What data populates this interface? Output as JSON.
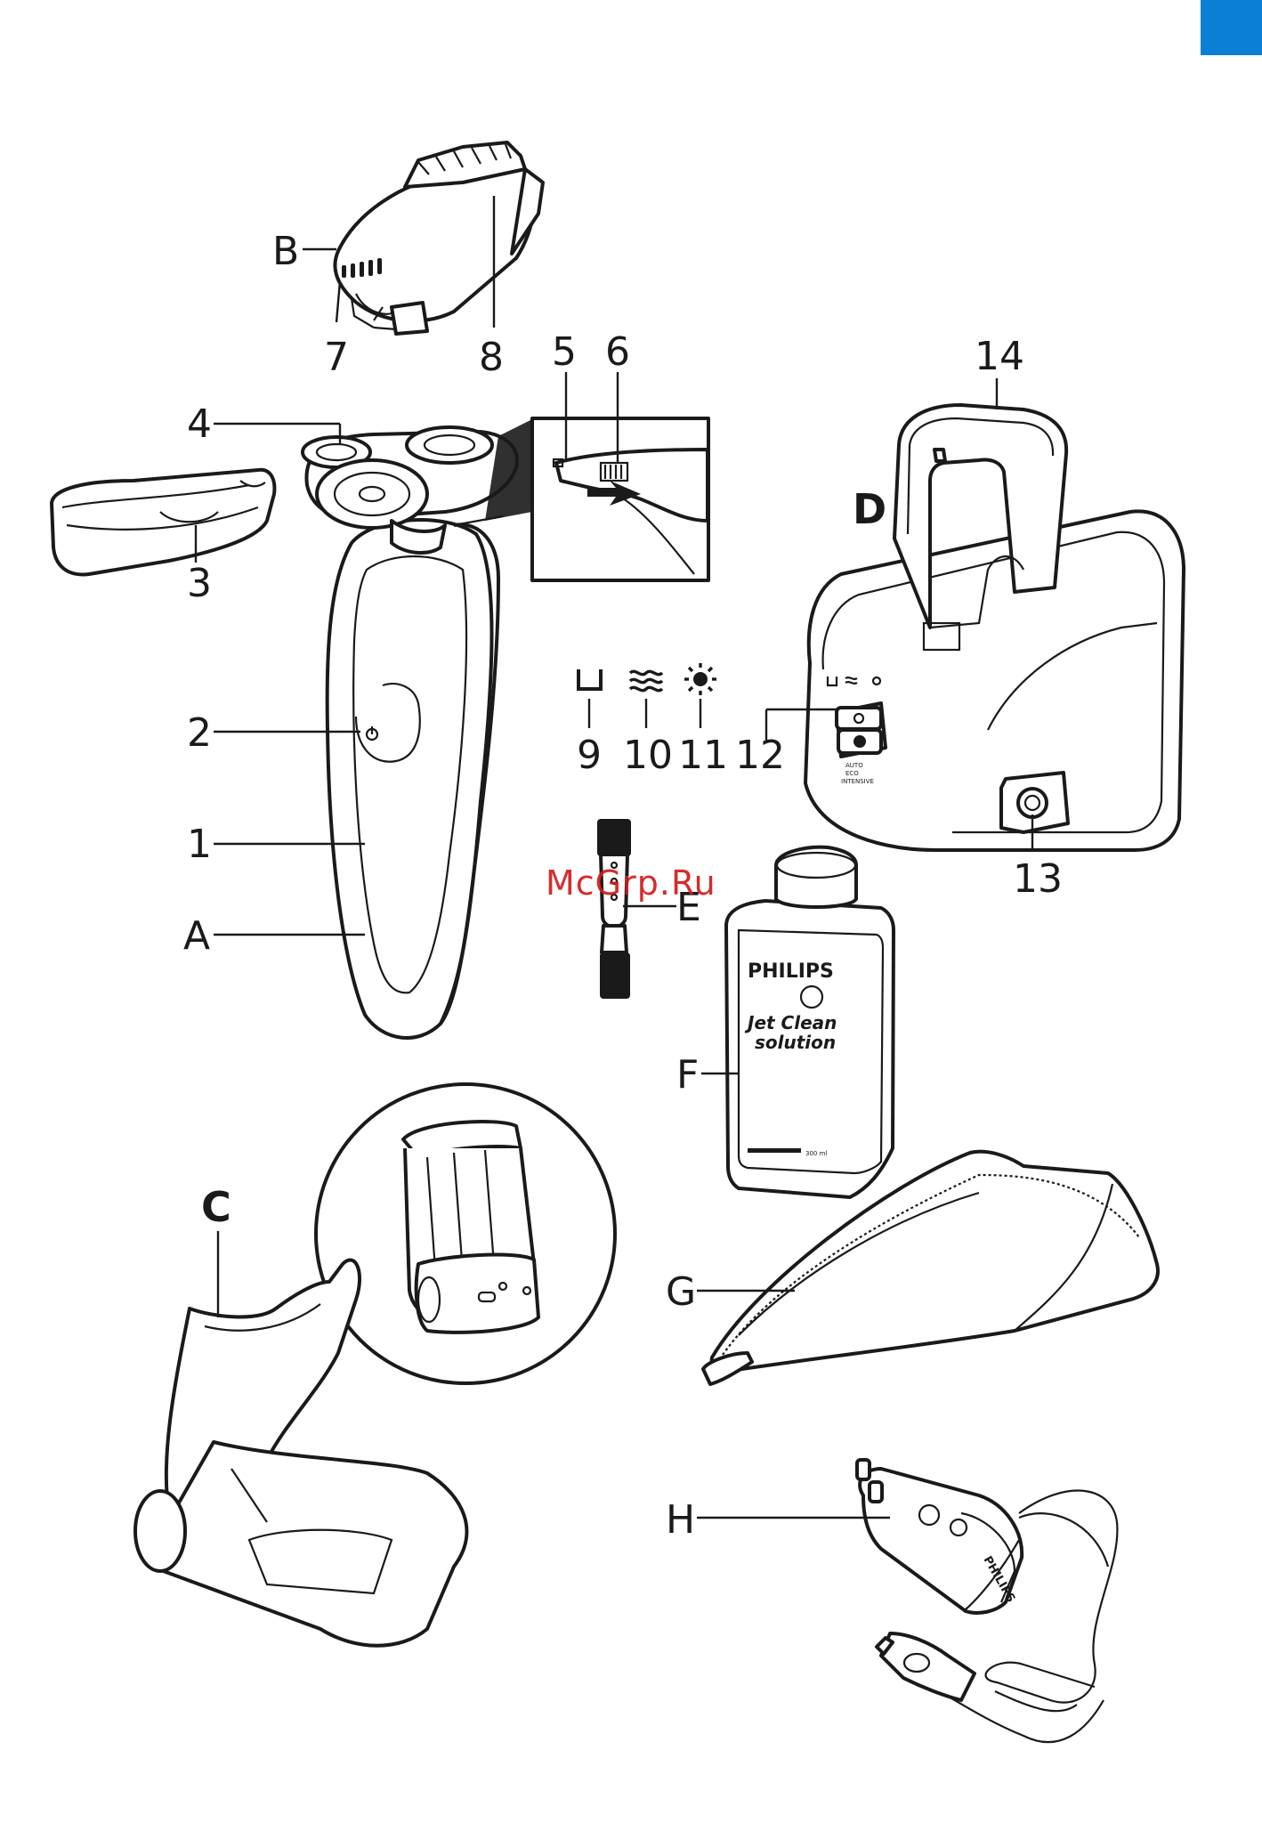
{
  "page": {
    "corner_tab_color": "#0a7fd4",
    "watermark": "McGrp.Ru"
  },
  "labels": {
    "A": "A",
    "B": "B",
    "C": "C",
    "D": "D",
    "E": "E",
    "F": "F",
    "G": "G",
    "H": "H",
    "n1": "1",
    "n2": "2",
    "n3": "3",
    "n4": "4",
    "n5": "5",
    "n6": "6",
    "n7": "7",
    "n8": "8",
    "n9": "9",
    "n10": "10",
    "n11": "11",
    "n12": "12",
    "n13": "13",
    "n14": "14"
  },
  "bottle": {
    "brand": "PHILIPS",
    "product_line1": "Jet Clean",
    "product_line2": "solution",
    "volume": "300 ml"
  },
  "station_panel": {
    "mode_text_1": "AUTO",
    "mode_text_2": "ECO",
    "mode_text_3": "INTENSIVE"
  },
  "adapter": {
    "brand": "PHILIPS"
  },
  "icons": {
    "n9": "cartridge-icon",
    "n10": "water-waves-icon",
    "n11": "sun-dry-icon",
    "n2": "power-icon"
  }
}
